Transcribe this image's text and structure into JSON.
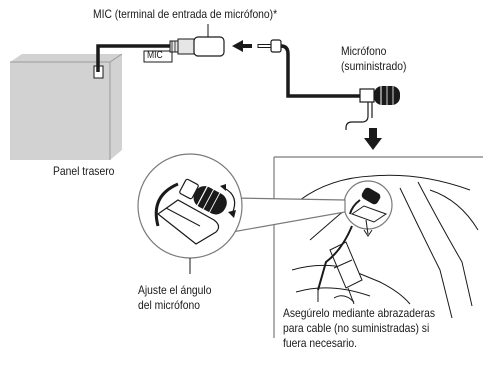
{
  "labels": {
    "mic_terminal": "MIC (terminal de entrada de micrófono)*",
    "mic_tag": "MIC",
    "microphone_line1": "Micrófono",
    "microphone_line2": "(suministrado)",
    "rear_panel": "Panel trasero",
    "adjust_line1": "Ajuste el ángulo",
    "adjust_line2": "del micrófono",
    "secure_line1": "Asegúrelo mediante abrazaderas",
    "secure_line2": "para cable (no suministradas) si",
    "secure_line3": "fuera necesario."
  },
  "colors": {
    "panel_fill": "#d2d2d2",
    "stroke": "#1a1a1a",
    "frame": "#7a7a7a",
    "circle_fill": "#ffffff",
    "connector_fill": "#e6e6e6"
  }
}
